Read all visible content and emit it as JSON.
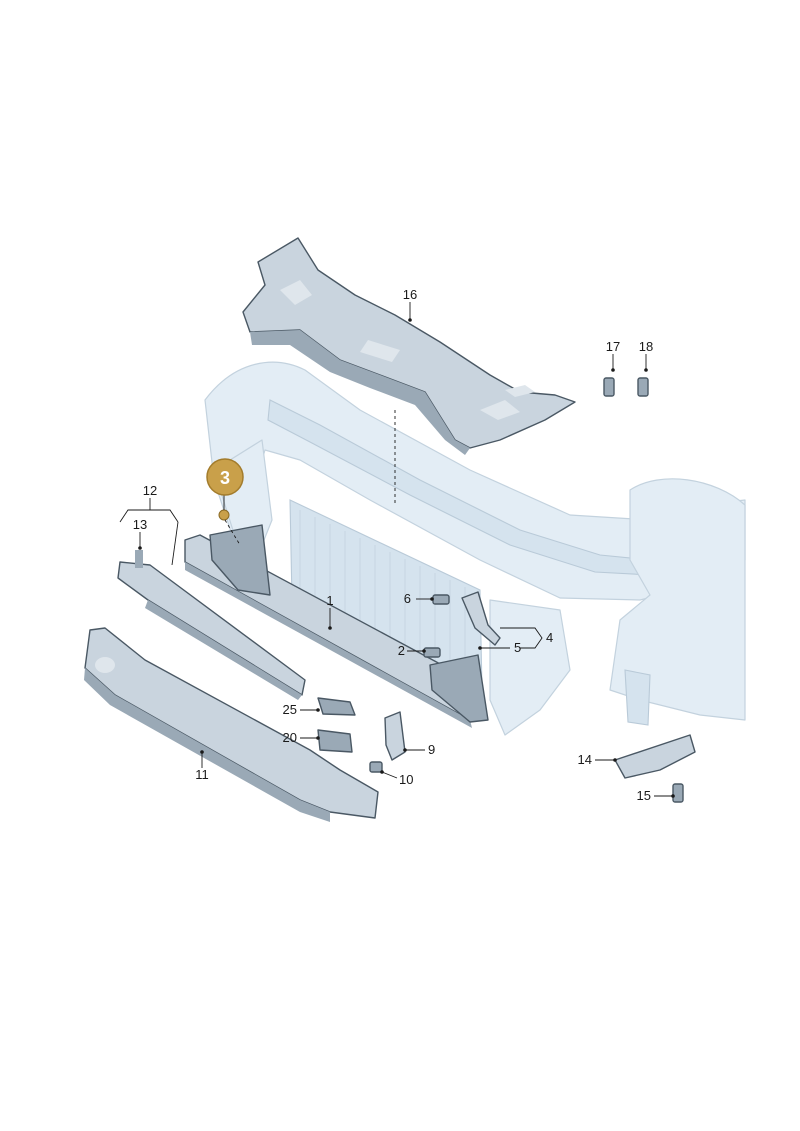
{
  "diagram": {
    "highlight_color": "#c9a04a",
    "highlighted_part": "3",
    "labels": {
      "p1": "1",
      "p2": "2",
      "p3": "3",
      "p4": "4",
      "p5": "5",
      "p6": "6",
      "p9": "9",
      "p10": "10",
      "p11": "11",
      "p12": "12",
      "p13": "13",
      "p14": "14",
      "p15": "15",
      "p16": "16",
      "p17": "17",
      "p18": "18",
      "p20": "20",
      "p25": "25"
    }
  }
}
